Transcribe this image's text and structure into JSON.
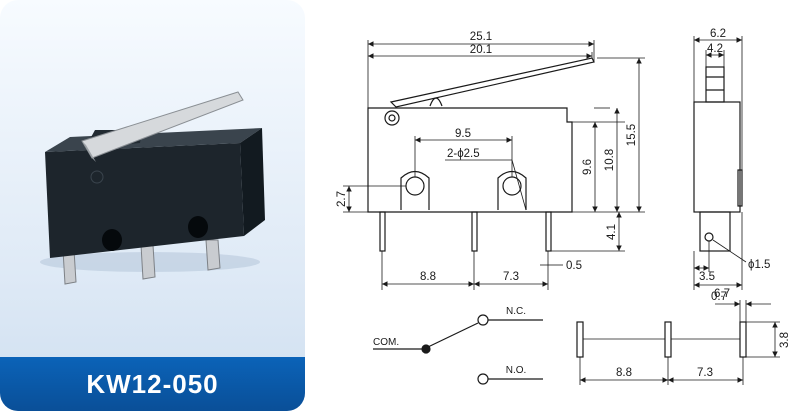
{
  "product": {
    "model": "KW12-050"
  },
  "dimensions_mm": {
    "overall_width_lever": "25.1",
    "body_width_lever": "20.1",
    "terminal_pitch_mounting_holes": "9.5",
    "mounting_holes": "2-ϕ2.5",
    "height_to_top": "15.5",
    "height_to_lever": "10.8",
    "body_height": "9.6",
    "hole_center_height": "2.7",
    "terminal_length": "4.1",
    "pitch_left": "8.8",
    "pitch_right": "7.3",
    "terminal_offset": "0.5",
    "side_width_top": "6.2",
    "plunger_width": "4.2",
    "side_terminal_offset": "3.5",
    "side_body_width": "6.7",
    "terminal_hole": "ϕ1.5",
    "terminal_thickness": "0.7",
    "terminal_height": "3.8",
    "layout_pitch_left": "8.8",
    "layout_pitch_right": "7.3"
  },
  "schematic": {
    "nc_label": "N.C.",
    "no_label": "N.O.",
    "com_label": "COM."
  },
  "colors": {
    "banner": "#0a4f98",
    "line": "#1a1a1a"
  }
}
